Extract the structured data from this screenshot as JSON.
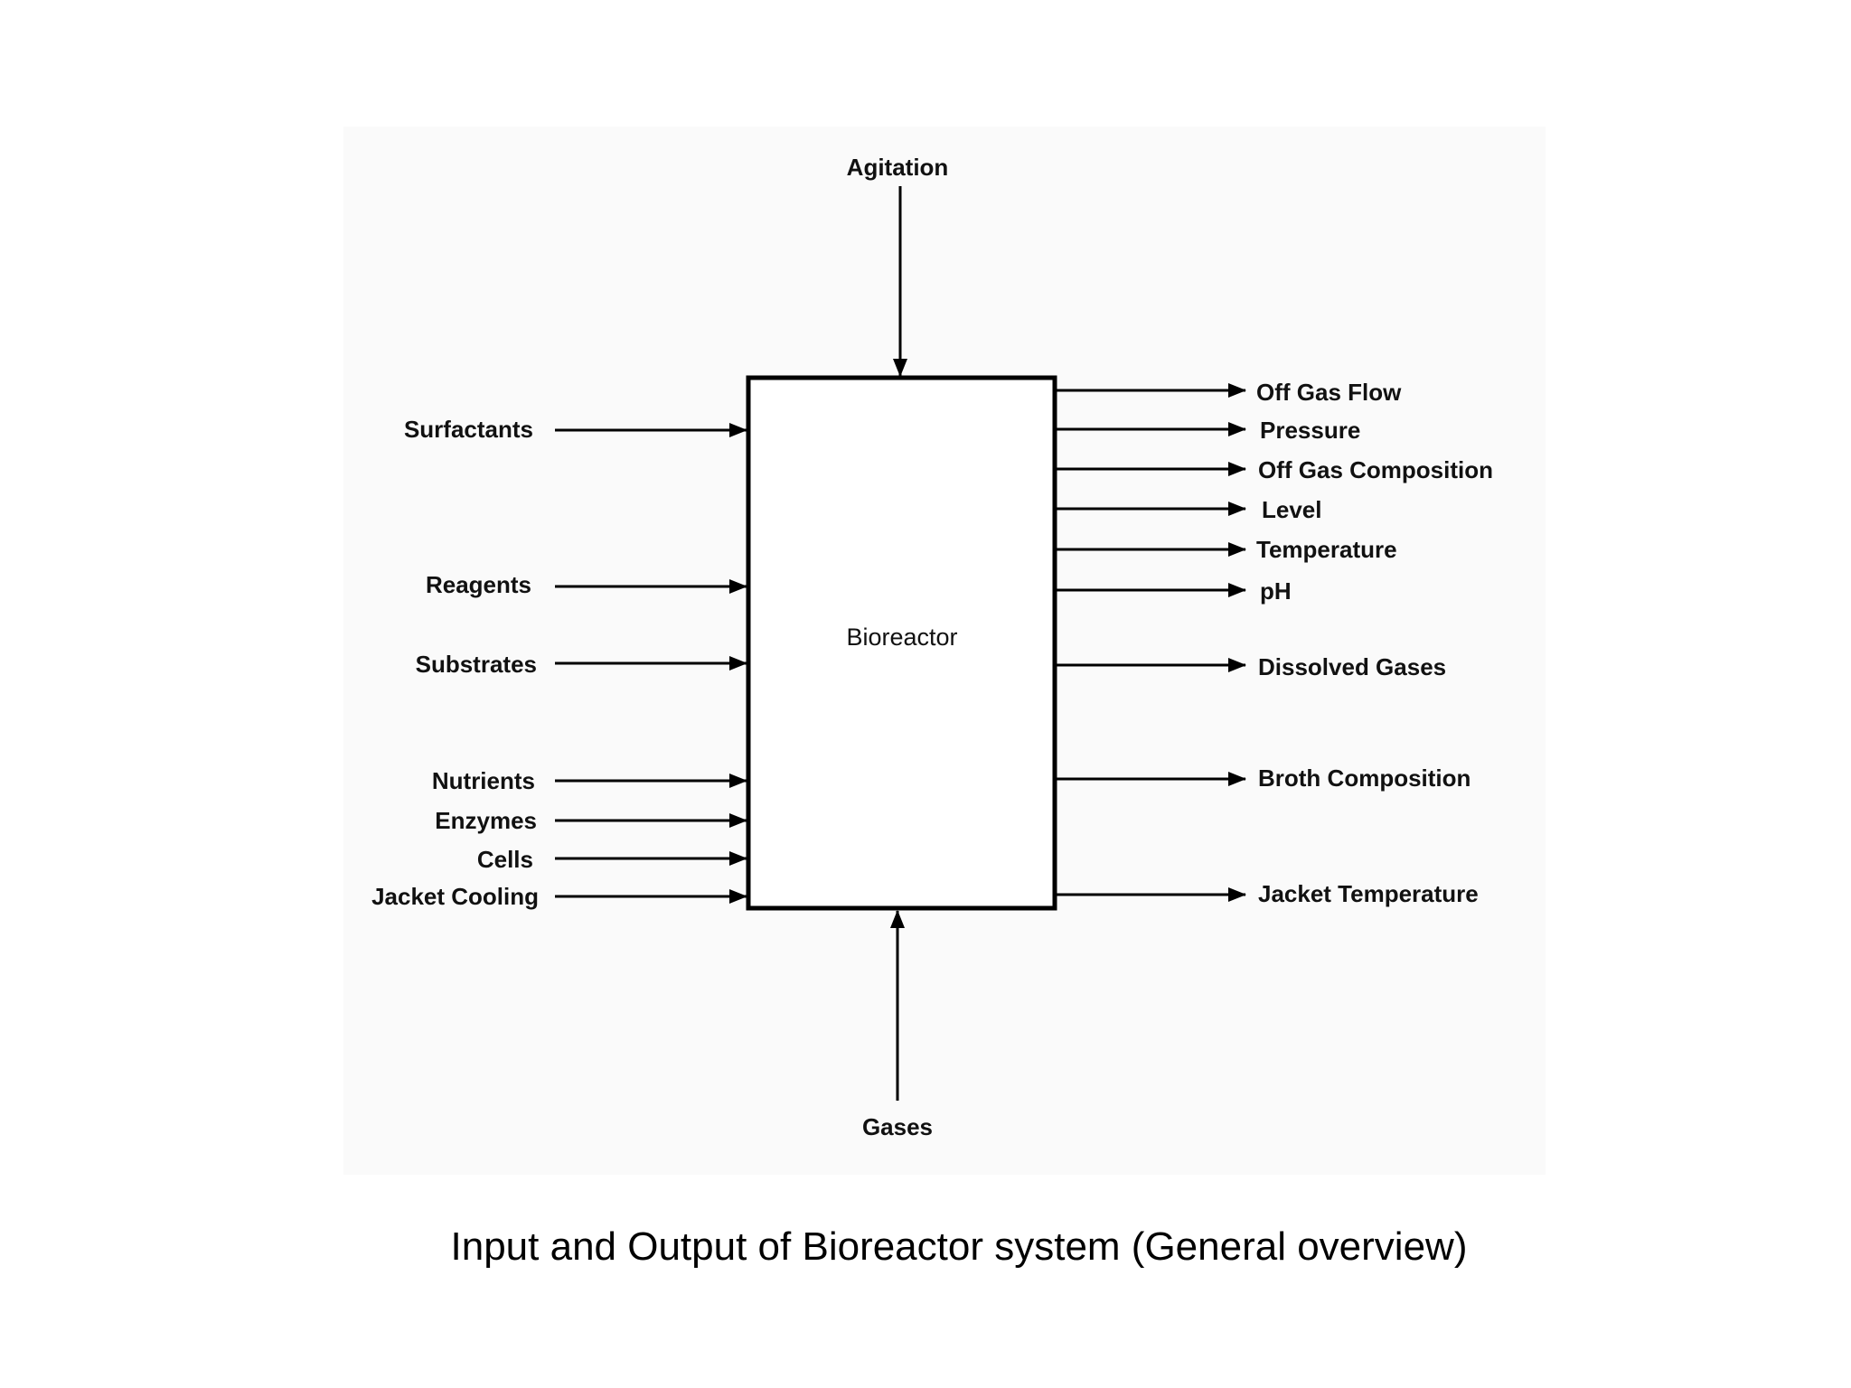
{
  "diagram": {
    "center": "Bioreactor",
    "top_input": "Agitation",
    "bottom_input": "Gases",
    "left_inputs": [
      "Surfactants",
      "Reagents",
      "Substrates",
      "Nutrients",
      "Enzymes",
      "Cells",
      "Jacket Cooling"
    ],
    "right_outputs": [
      "Off Gas Flow",
      "Pressure",
      "Off Gas Composition",
      "Level",
      "Temperature",
      "pH",
      "Dissolved Gases",
      "Broth Composition",
      "Jacket Temperature"
    ]
  },
  "caption": "Input and Output of Bioreactor system (General overview)"
}
